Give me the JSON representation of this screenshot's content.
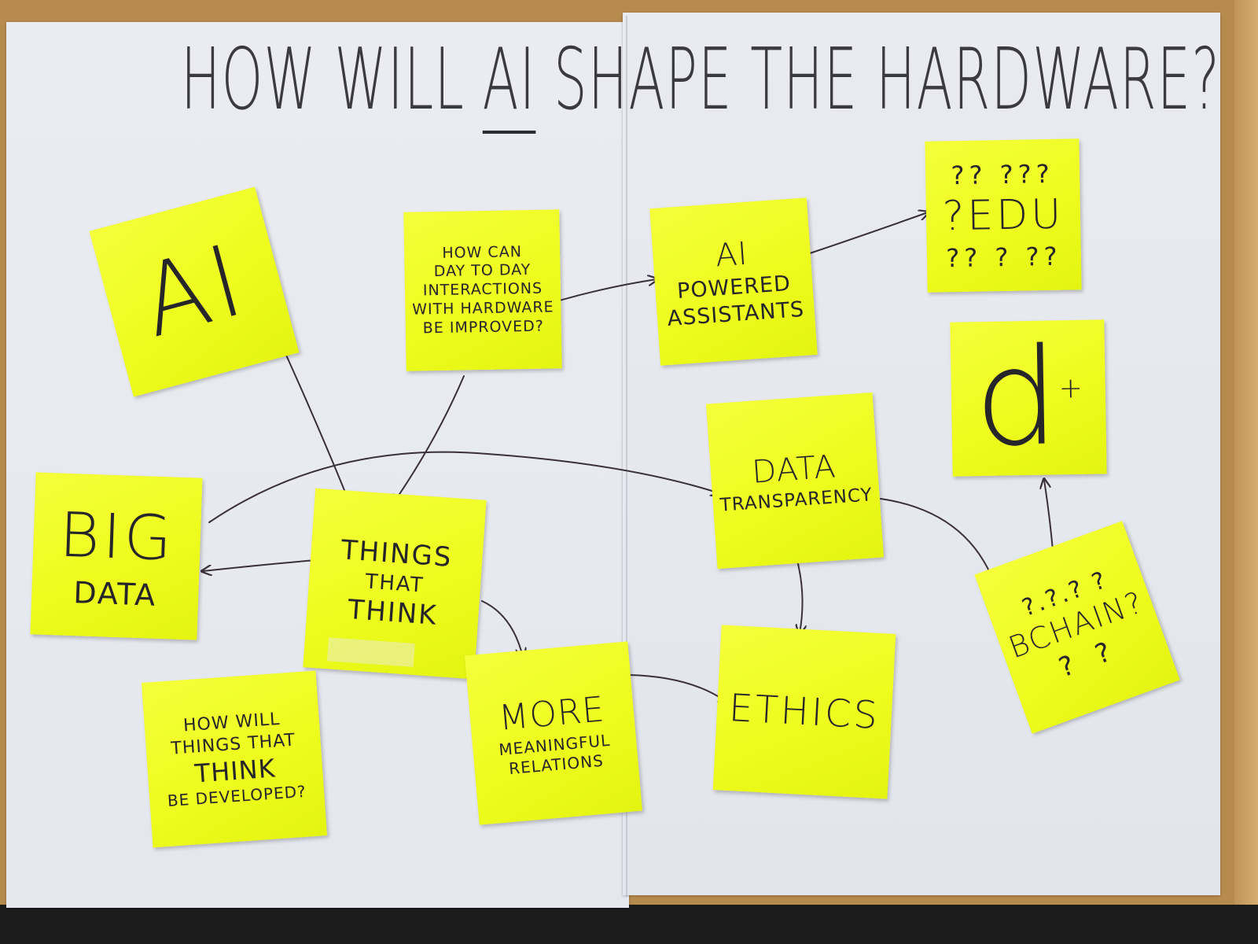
{
  "title": {
    "before": "HOW WILL ",
    "underlined": "AI",
    "after": " SHAPE THE HARDWARE?"
  },
  "notes": {
    "ai": {
      "text": "AI"
    },
    "question_daytoday": {
      "lines": [
        "HOW CAN",
        "DAY TO DAY",
        "INTERACTIONS",
        "WITH HARDWARE",
        "BE IMPROVED?"
      ]
    },
    "ai_assistants": {
      "lines": [
        "AI",
        "POWERED",
        "ASSISTANTS"
      ]
    },
    "edu": {
      "top": "?? ???",
      "main": "?EDU",
      "bottom": "?? ? ??"
    },
    "d_plus": {
      "main": "d",
      "sup": "+"
    },
    "data_transparency": {
      "lines": [
        "DATA",
        "TRANSPARENCY"
      ]
    },
    "big_data": {
      "lines": [
        "BIG",
        "DATA"
      ]
    },
    "things_that_think": {
      "lines": [
        "THINGS",
        "THAT",
        "THINK"
      ]
    },
    "bchain": {
      "top": "?.?.? ?",
      "main": "BCHAIN?",
      "bottom": "? ?"
    },
    "question_developed": {
      "lines": [
        "HOW WILL",
        "THINGS THAT",
        "THINK",
        "BE DEVELOPED?"
      ]
    },
    "more_meaningful": {
      "lines": [
        "MORE",
        "MEANINGFUL",
        "RELATIONS"
      ]
    },
    "ethics": {
      "text": "ETHICS"
    }
  },
  "colors": {
    "sticky_note": "#effc22",
    "ink": "#26252a",
    "paper": "#eaecf1",
    "table": "#b78a4e"
  },
  "connections": [
    {
      "from": "question_daytoday",
      "to": "ai_assistants"
    },
    {
      "from": "ai_assistants",
      "to": "edu"
    },
    {
      "from": "question_daytoday",
      "to": "things_that_think"
    },
    {
      "from": "things_that_think",
      "to": "ai"
    },
    {
      "from": "things_that_think",
      "to": "big_data"
    },
    {
      "from": "big_data",
      "to": "data_transparency"
    },
    {
      "from": "things_that_think",
      "to": "more_meaningful"
    },
    {
      "from": "more_meaningful",
      "to": "ethics"
    },
    {
      "from": "data_transparency",
      "to": "ethics"
    },
    {
      "from": "data_transparency",
      "to": "bchain"
    },
    {
      "from": "bchain",
      "to": "d_plus"
    }
  ]
}
